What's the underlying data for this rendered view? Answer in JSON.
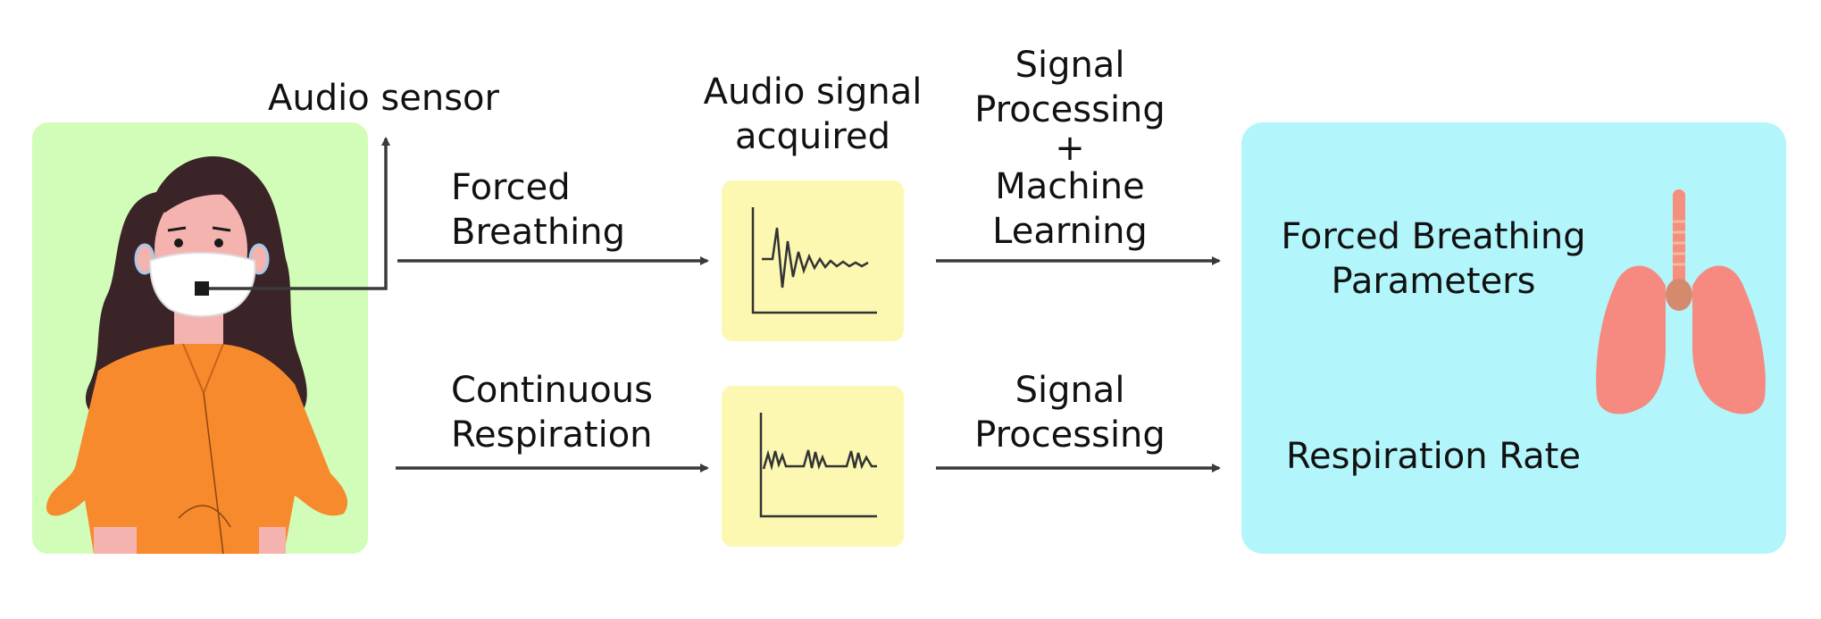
{
  "labels": {
    "audio_sensor": "Audio sensor",
    "forced_breathing": [
      "Forced",
      "Breathing"
    ],
    "continuous_respiration": [
      "Continuous",
      "Respiration"
    ],
    "audio_signal_acquired": [
      "Audio signal",
      "acquired"
    ],
    "signal_processing_ml": [
      "Signal",
      "Processing",
      "+",
      "Machine",
      "Learning"
    ],
    "signal_processing": [
      "Signal",
      "Processing"
    ],
    "forced_breathing_parameters": [
      "Forced Breathing",
      "Parameters"
    ],
    "respiration_rate": "Respiration Rate"
  },
  "colors": {
    "person_panel": "#d2fdb8",
    "signal_box": "#fcf8b2",
    "output_panel": "#b2f6fb",
    "arrow": "#3a3a3a",
    "shirt": "#f78a2c",
    "hair": "#3a2428",
    "skin": "#f5b3b0",
    "lungs": "#f68a80",
    "trachea": "#f58f7e"
  },
  "icons": [
    "person-with-mask-illustration",
    "lungs-icon",
    "waveform-decay-icon",
    "waveform-periodic-icon"
  ]
}
